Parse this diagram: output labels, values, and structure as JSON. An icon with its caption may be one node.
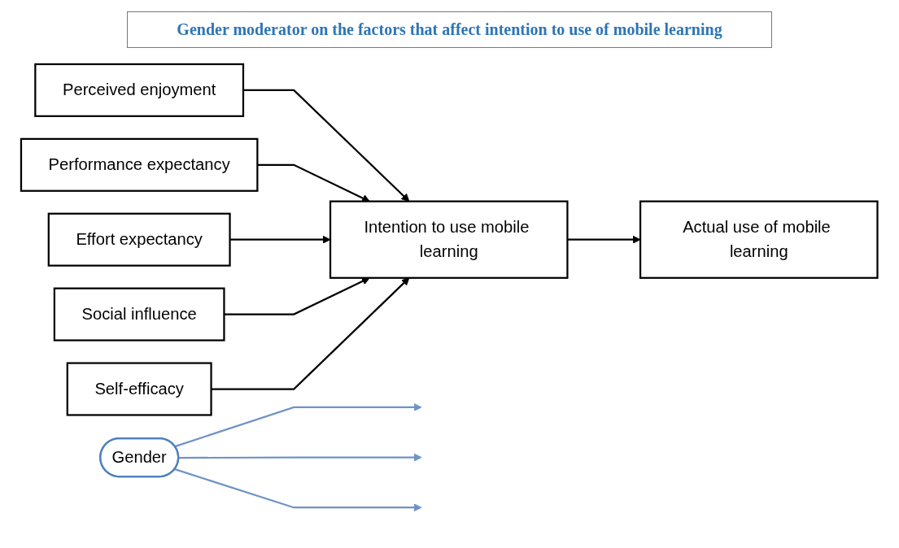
{
  "diagram": {
    "title": "Gender moderator on the factors that affect intention to use of mobile learning",
    "nodes": [
      {
        "text": [
          "Perceived enjoyment"
        ]
      },
      {
        "text": [
          "Performance expectancy"
        ]
      },
      {
        "text": [
          "Effort expectancy"
        ]
      },
      {
        "text": [
          "Social influence"
        ]
      },
      {
        "text": [
          "Self-efficacy"
        ]
      },
      {
        "text": [
          "Intention to use mobile learning"
        ]
      },
      {
        "text": [
          "Actual use of mobile learning"
        ]
      },
      {
        "text": [
          "Gender"
        ]
      }
    ],
    "edges": [
      {
        "from": 0,
        "to": 5,
        "arrow": "to"
      },
      {
        "from": 1,
        "to": 5,
        "arrow": "to"
      },
      {
        "from": 2,
        "to": 5,
        "arrow": "to"
      },
      {
        "from": 3,
        "to": 5,
        "arrow": "to"
      },
      {
        "from": 4,
        "to": 5,
        "arrow": "to"
      },
      {
        "from": 5,
        "to": 6,
        "arrow": "to"
      },
      {
        "from": 7,
        "to": null,
        "arrow": "to",
        "color": "#6f93c4"
      },
      {
        "from": 7,
        "to": null,
        "arrow": "to",
        "color": "#6f93c4"
      },
      {
        "from": 7,
        "to": null,
        "arrow": "to",
        "color": "#6f93c4"
      }
    ]
  }
}
